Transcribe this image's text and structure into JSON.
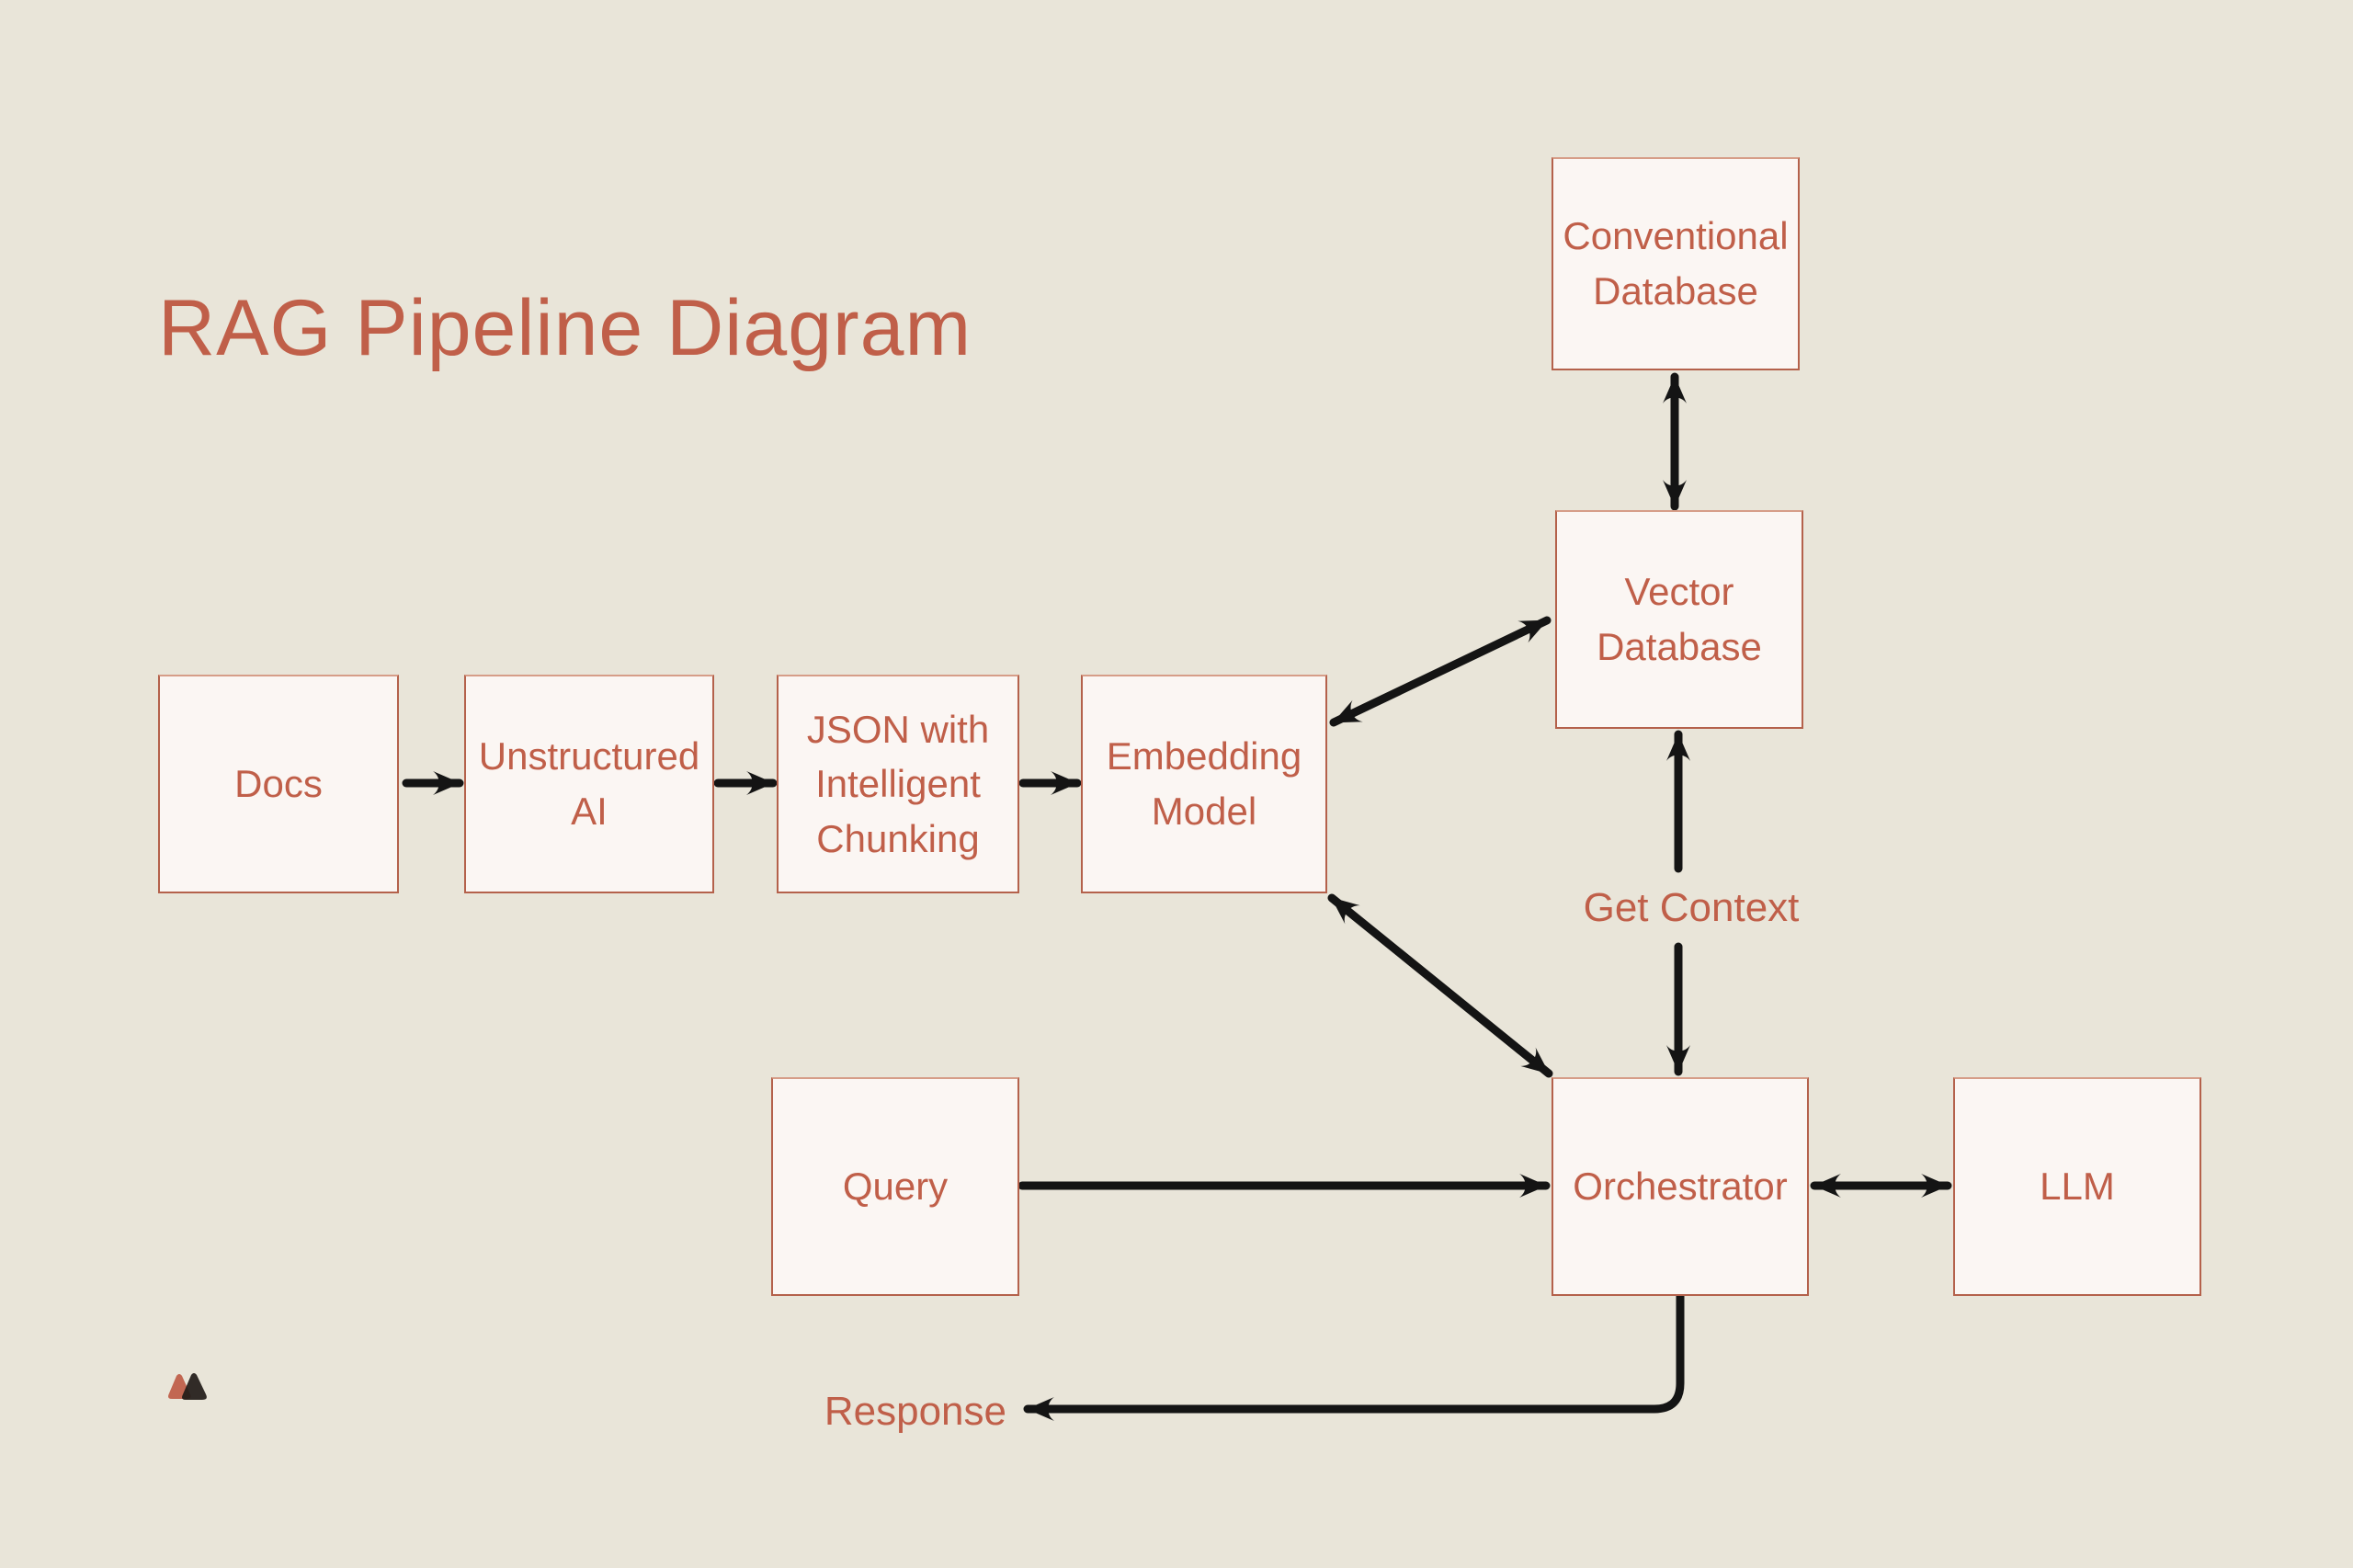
{
  "title": "RAG Pipeline Diagram",
  "nodes": {
    "docs": {
      "label": "Docs"
    },
    "unstructured_ai": {
      "label": "Unstructured AI"
    },
    "json_chunking": {
      "label": "JSON with Intelligent Chunking"
    },
    "embedding_model": {
      "label": "Embedding Model"
    },
    "conventional_db": {
      "label": "Conventional Database"
    },
    "vector_db": {
      "label": "Vector Database"
    },
    "query": {
      "label": "Query"
    },
    "orchestrator": {
      "label": "Orchestrator"
    },
    "llm": {
      "label": "LLM"
    }
  },
  "edge_labels": {
    "get_context": "Get Context",
    "response": "Response"
  },
  "edges": [
    {
      "from": "docs",
      "to": "unstructured_ai",
      "direction": "one-way"
    },
    {
      "from": "unstructured_ai",
      "to": "json_chunking",
      "direction": "one-way"
    },
    {
      "from": "json_chunking",
      "to": "embedding_model",
      "direction": "one-way"
    },
    {
      "from": "embedding_model",
      "to": "vector_db",
      "direction": "two-way"
    },
    {
      "from": "embedding_model",
      "to": "orchestrator",
      "direction": "two-way"
    },
    {
      "from": "conventional_db",
      "to": "vector_db",
      "direction": "two-way"
    },
    {
      "from": "vector_db",
      "to": "orchestrator",
      "direction": "two-way",
      "label": "Get Context"
    },
    {
      "from": "query",
      "to": "orchestrator",
      "direction": "one-way"
    },
    {
      "from": "orchestrator",
      "to": "llm",
      "direction": "two-way"
    },
    {
      "from": "orchestrator",
      "to": "response",
      "direction": "one-way",
      "label": "Response"
    }
  ],
  "colors": {
    "background": "#e9e5d9",
    "box_fill": "#fbf6f3",
    "box_border": "#b4614b",
    "text": "#c05f49",
    "arrow": "#141414",
    "logo_red": "#c26752",
    "logo_black": "#211b18"
  }
}
